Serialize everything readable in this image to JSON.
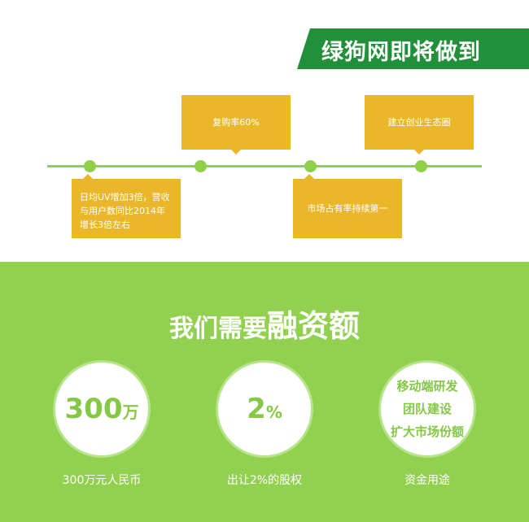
{
  "banner": {
    "title": "绿狗网即将做到"
  },
  "timeline": [
    {
      "text": "日均UV增加3倍，营收与用户数同比2014年增长3倍左右"
    },
    {
      "text": "复购率60%"
    },
    {
      "text": "市场占有率持续第一"
    },
    {
      "text": "建立创业生态圈"
    }
  ],
  "funding": {
    "title_a": "我们需要",
    "title_b": "融资额",
    "items": [
      {
        "number": "300",
        "unit": "万",
        "caption": "300万元人民币"
      },
      {
        "number": "2",
        "unit": "%",
        "caption": "出让2%的股权"
      },
      {
        "lines": [
          "移动端研发",
          "团队建设",
          "扩大市场份额"
        ],
        "caption": "资金用途"
      }
    ]
  },
  "colors": {
    "banner": "#22903a",
    "timeline": "#8fcf4a",
    "box": "#eab72a",
    "section": "#92d050"
  }
}
